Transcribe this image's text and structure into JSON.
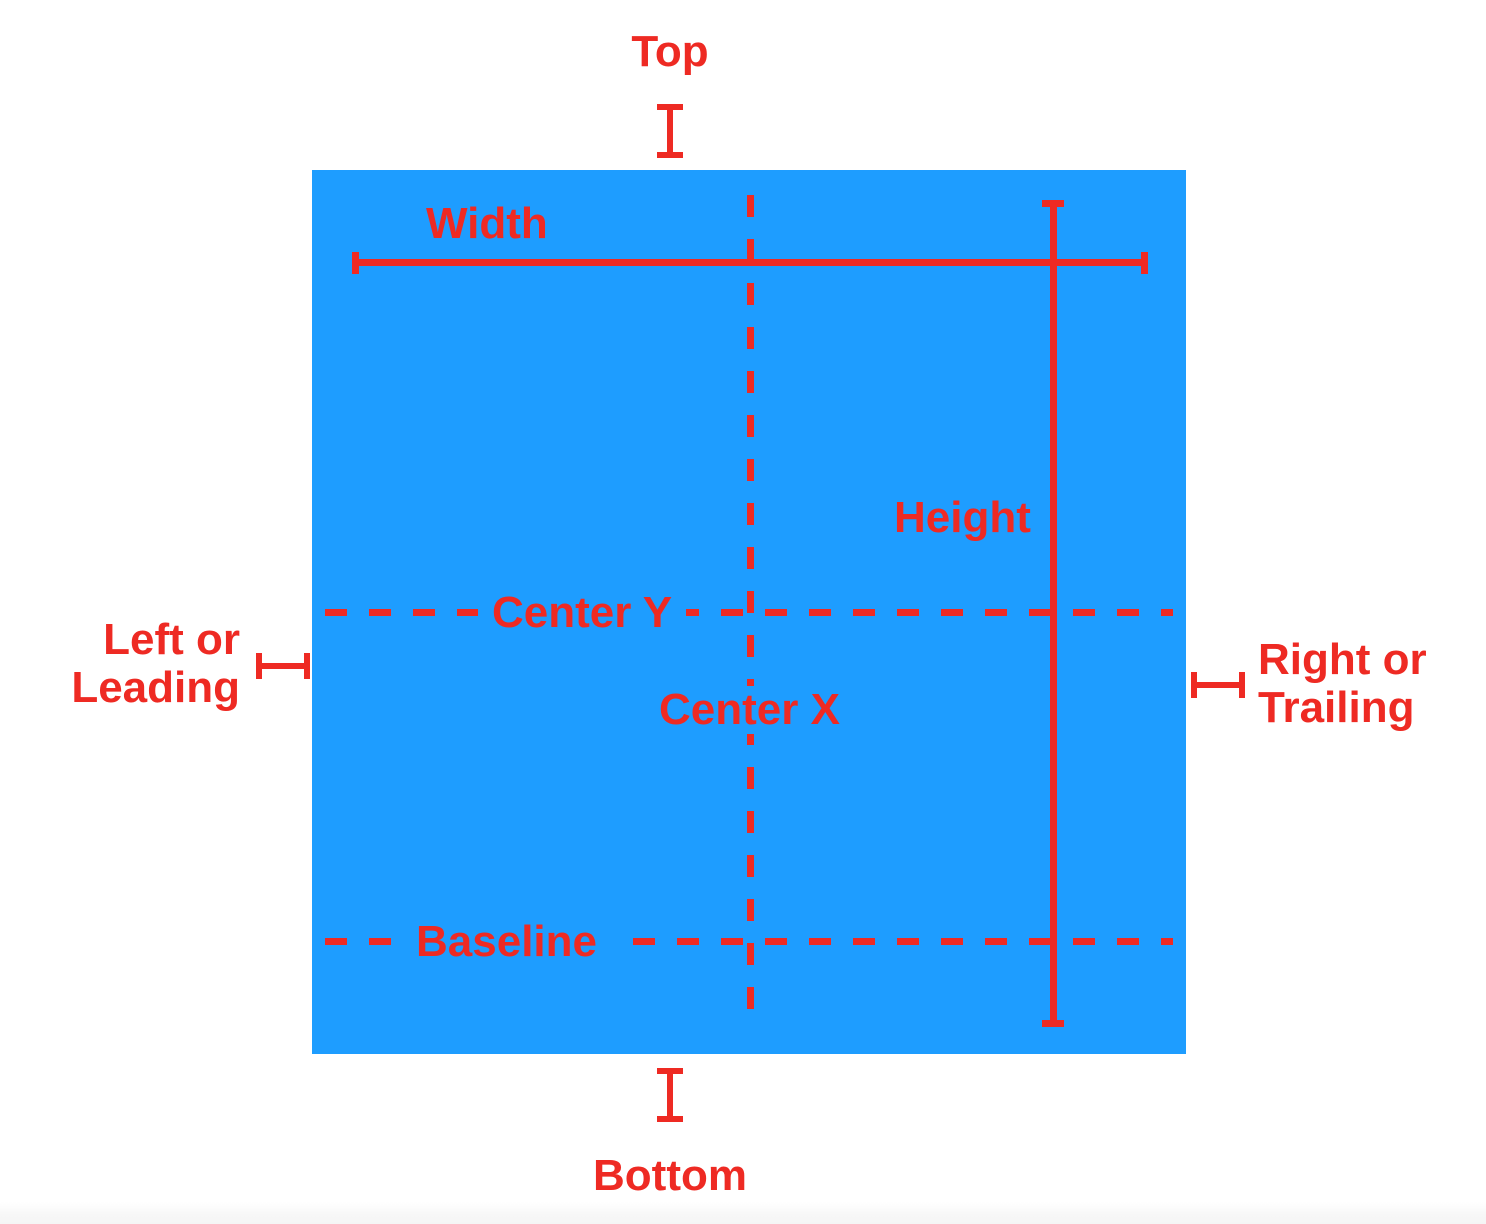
{
  "diagram": {
    "title": "Layout anchors of a view",
    "colors": {
      "box_fill": "#1E9DFF",
      "annotation": "#EE2A23",
      "background": "#FFFFFF"
    },
    "labels": {
      "top": "Top",
      "bottom": "Bottom",
      "left_leading_line1": "Left or",
      "left_leading_line2": "Leading",
      "right_trailing_line1": "Right or",
      "right_trailing_line2": "Trailing",
      "width": "Width",
      "height": "Height",
      "center_x": "Center X",
      "center_y": "Center Y",
      "baseline": "Baseline"
    },
    "markers": {
      "top_tick": "top-edge-tick",
      "bottom_tick": "bottom-edge-tick",
      "leading_tick": "leading-edge-tick",
      "trailing_tick": "trailing-edge-tick",
      "width_measure": "width-dimension-line",
      "height_measure": "height-dimension-line",
      "center_x_guide": "center-x-dashed-guide",
      "center_y_guide": "center-y-dashed-guide",
      "baseline_guide": "baseline-dashed-guide"
    }
  }
}
